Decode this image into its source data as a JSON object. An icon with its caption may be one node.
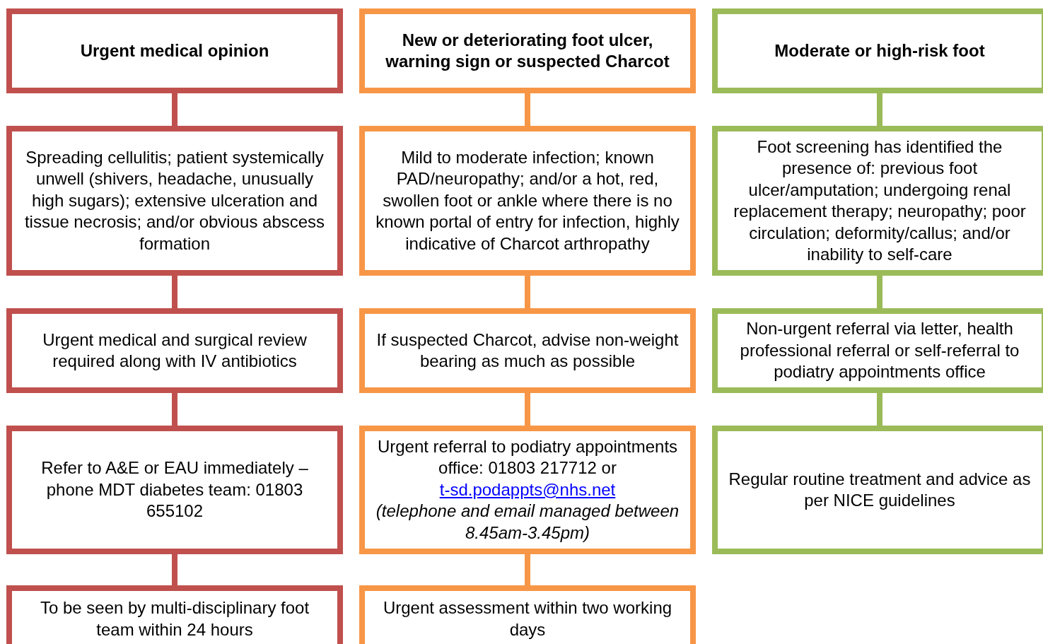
{
  "diagram": {
    "nodes": [
      {
        "text": [
          "Urgent medical opinion"
        ]
      },
      {
        "text": [
          "New or deteriorating foot ulcer, warning sign or suspected Charcot"
        ]
      },
      {
        "text": [
          "Moderate or high-risk foot"
        ]
      },
      {
        "text": [
          "Spreading cellulitis; patient systemically unwell (shivers, headache, unusually high sugars); extensive ulceration and tissue necrosis; and/or obvious abscess formation"
        ]
      },
      {
        "text": [
          "Mild to moderate infection; known PAD/neuropathy; and/or a hot, red, swollen foot or ankle where there is no known portal of entry for infection, highly indicative of Charcot arthropathy"
        ]
      },
      {
        "text": [
          "Foot screening has identified the presence of: previous foot ulcer/amputation; undergoing renal replacement therapy; neuropathy; poor circulation; deformity/callus; and/or inability to self-care"
        ]
      },
      {
        "text": [
          "Urgent medical and surgical review required along with IV antibiotics"
        ]
      },
      {
        "text": [
          "If suspected Charcot, advise non-weight bearing as much as possible"
        ]
      },
      {
        "text": [
          "Non-urgent referral via letter, health professional referral or self-referral to podiatry appointments office"
        ]
      },
      {
        "text": [
          "Refer to A&E or EAU immediately – phone MDT diabetes team: 01803 655102"
        ]
      },
      {
        "text": [
          "Urgent referral to podiatry appointments office: 01803 217712 or",
          "t-sd.podappts@nhs.net",
          "(telephone and email managed between 8.45am-3.45pm)"
        ]
      },
      {
        "text": [
          "Regular routine treatment and advice as per NICE guidelines"
        ]
      },
      {
        "text": [
          "To be seen by multi-disciplinary foot team within 24 hours"
        ]
      },
      {
        "text": [
          "Urgent assessment within two working days"
        ]
      }
    ],
    "edges": [
      {
        "from": 0,
        "to": 3,
        "arrow": "none",
        "color": "#c0504d"
      },
      {
        "from": 3,
        "to": 6,
        "arrow": "none",
        "color": "#c0504d"
      },
      {
        "from": 6,
        "to": 9,
        "arrow": "none",
        "color": "#c0504d"
      },
      {
        "from": 9,
        "to": 12,
        "arrow": "none",
        "color": "#c0504d"
      },
      {
        "from": 1,
        "to": 4,
        "arrow": "none",
        "color": "#f79646"
      },
      {
        "from": 4,
        "to": 7,
        "arrow": "none",
        "color": "#f79646"
      },
      {
        "from": 7,
        "to": 10,
        "arrow": "none",
        "color": "#f79646"
      },
      {
        "from": 10,
        "to": 13,
        "arrow": "none",
        "color": "#f79646"
      },
      {
        "from": 2,
        "to": 5,
        "arrow": "none",
        "color": "#9bbb59"
      },
      {
        "from": 5,
        "to": 8,
        "arrow": "none",
        "color": "#9bbb59"
      },
      {
        "from": 8,
        "to": 11,
        "arrow": "none",
        "color": "#9bbb59"
      }
    ]
  }
}
